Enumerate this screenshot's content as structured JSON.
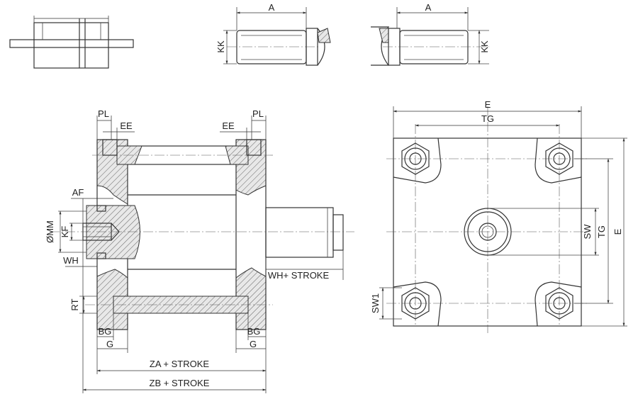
{
  "labels": {
    "a_top_mid": "A",
    "kk_top_mid": "KK",
    "a_top_right": "A",
    "kk_top_right": "KK",
    "pl_left": "PL",
    "ee_left": "EE",
    "ee_right": "EE",
    "pl_right": "PL",
    "af": "AF",
    "mm": "ØMM",
    "kf": "KF",
    "wh": "WH",
    "wh_stroke": "WH+ STROKE",
    "rt": "RT",
    "bg_left": "BG",
    "g_left": "G",
    "bg_right": "BG",
    "g_right": "G",
    "za_stroke": "ZA + STROKE",
    "zb_stroke": "ZB + STROKE",
    "e_top": "E",
    "tg_top": "TG",
    "sw": "SW",
    "tg_right": "TG",
    "e_right": "E",
    "sw1": "SW1"
  },
  "colors": {
    "line": "#333333",
    "background": "#ffffff"
  }
}
